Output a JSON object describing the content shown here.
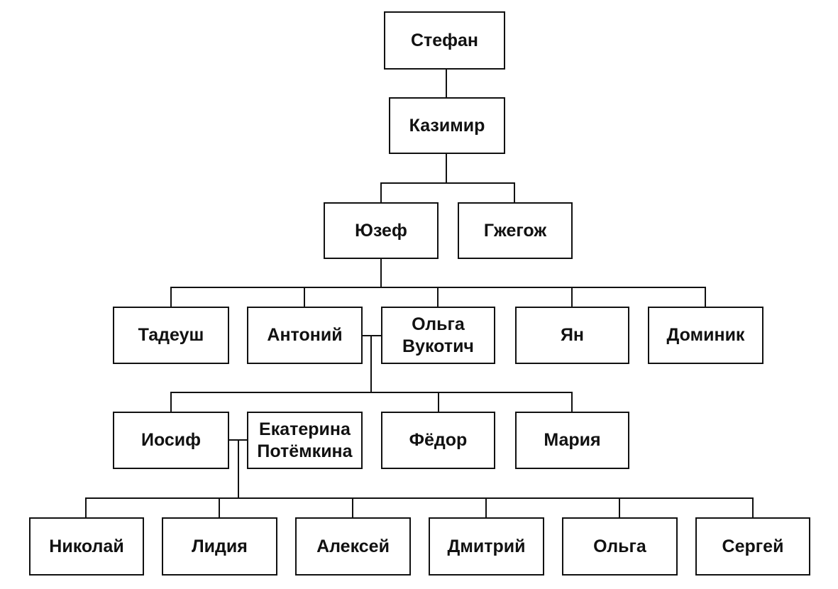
{
  "people": {
    "stefan": "Стефан",
    "kazimir": "Казимир",
    "yuzef": "Юзеф",
    "gzhegozh": "Гжегож",
    "tadeush": "Тадеуш",
    "antoniy": "Антоний",
    "olga_vukotich": "Ольга\nВукотич",
    "yan": "Ян",
    "dominik": "Доминик",
    "iosif": "Иосиф",
    "ekaterina": "Екатерина\nПотёмкина",
    "fedor": "Фёдор",
    "maria": "Мария",
    "nikolai": "Николай",
    "lidia": "Лидия",
    "aleksei": "Алексей",
    "dmitriy": "Дмитрий",
    "olga": "Ольга",
    "sergei": "Сергей"
  }
}
